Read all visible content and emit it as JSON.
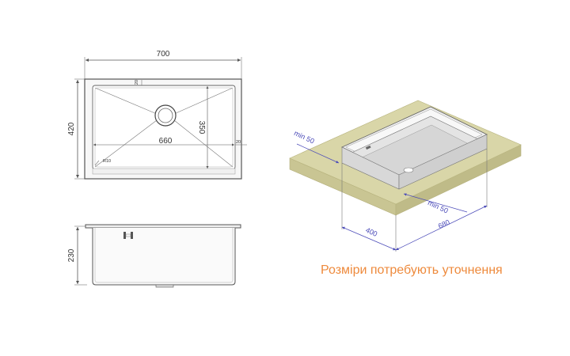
{
  "top_view": {
    "width_label": "700",
    "height_label": "420",
    "inner_width_label": "660",
    "inner_height_label": "350",
    "top_margin_label": "20",
    "side_margin_label": "20",
    "radius_label": "R10"
  },
  "side_view": {
    "depth_label": "230"
  },
  "iso_view": {
    "min_left_label": "min 50",
    "min_right_label": "min 50",
    "depth_label": "400",
    "width_label": "680",
    "colors": {
      "countertop": "#d9d6a8",
      "dimension": "#4a4ab8"
    }
  },
  "note": {
    "text": "Розміри потребують уточнення",
    "color": "#ee8a3c"
  }
}
